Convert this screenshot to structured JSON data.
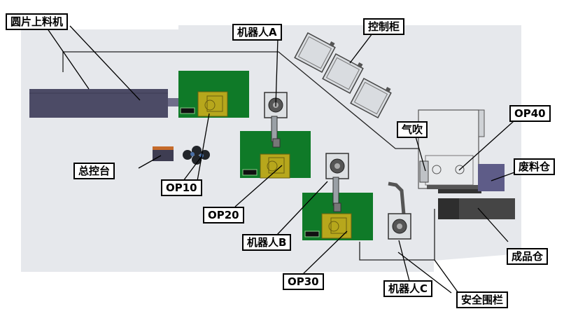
{
  "labels": {
    "feeder": "圆片上料机",
    "robot_a": "机器人A",
    "cabinet": "控制柜",
    "main_console": "总控台",
    "op10": "OP10",
    "op20": "OP20",
    "robot_b": "机器人B",
    "op30": "OP30",
    "robot_c": "机器人C",
    "safety_fence": "安全围栏",
    "air_blow": "气吹",
    "op40": "OP40",
    "scrap_bin": "废料仓",
    "finished_bin": "成品仓"
  },
  "colors": {
    "background": "#e6e8ec",
    "machine_green": "#0f7a28",
    "fixture_yellow": "#b7a71c",
    "feeder_body": "#4c4b66",
    "waste_bin": "#5e5c88",
    "finished_bin": "#454545",
    "cabinet": "#d9dce0"
  },
  "icons": [
    "robot-arm-icon",
    "cabinet-icon",
    "console-icon",
    "gear-cluster-icon"
  ]
}
